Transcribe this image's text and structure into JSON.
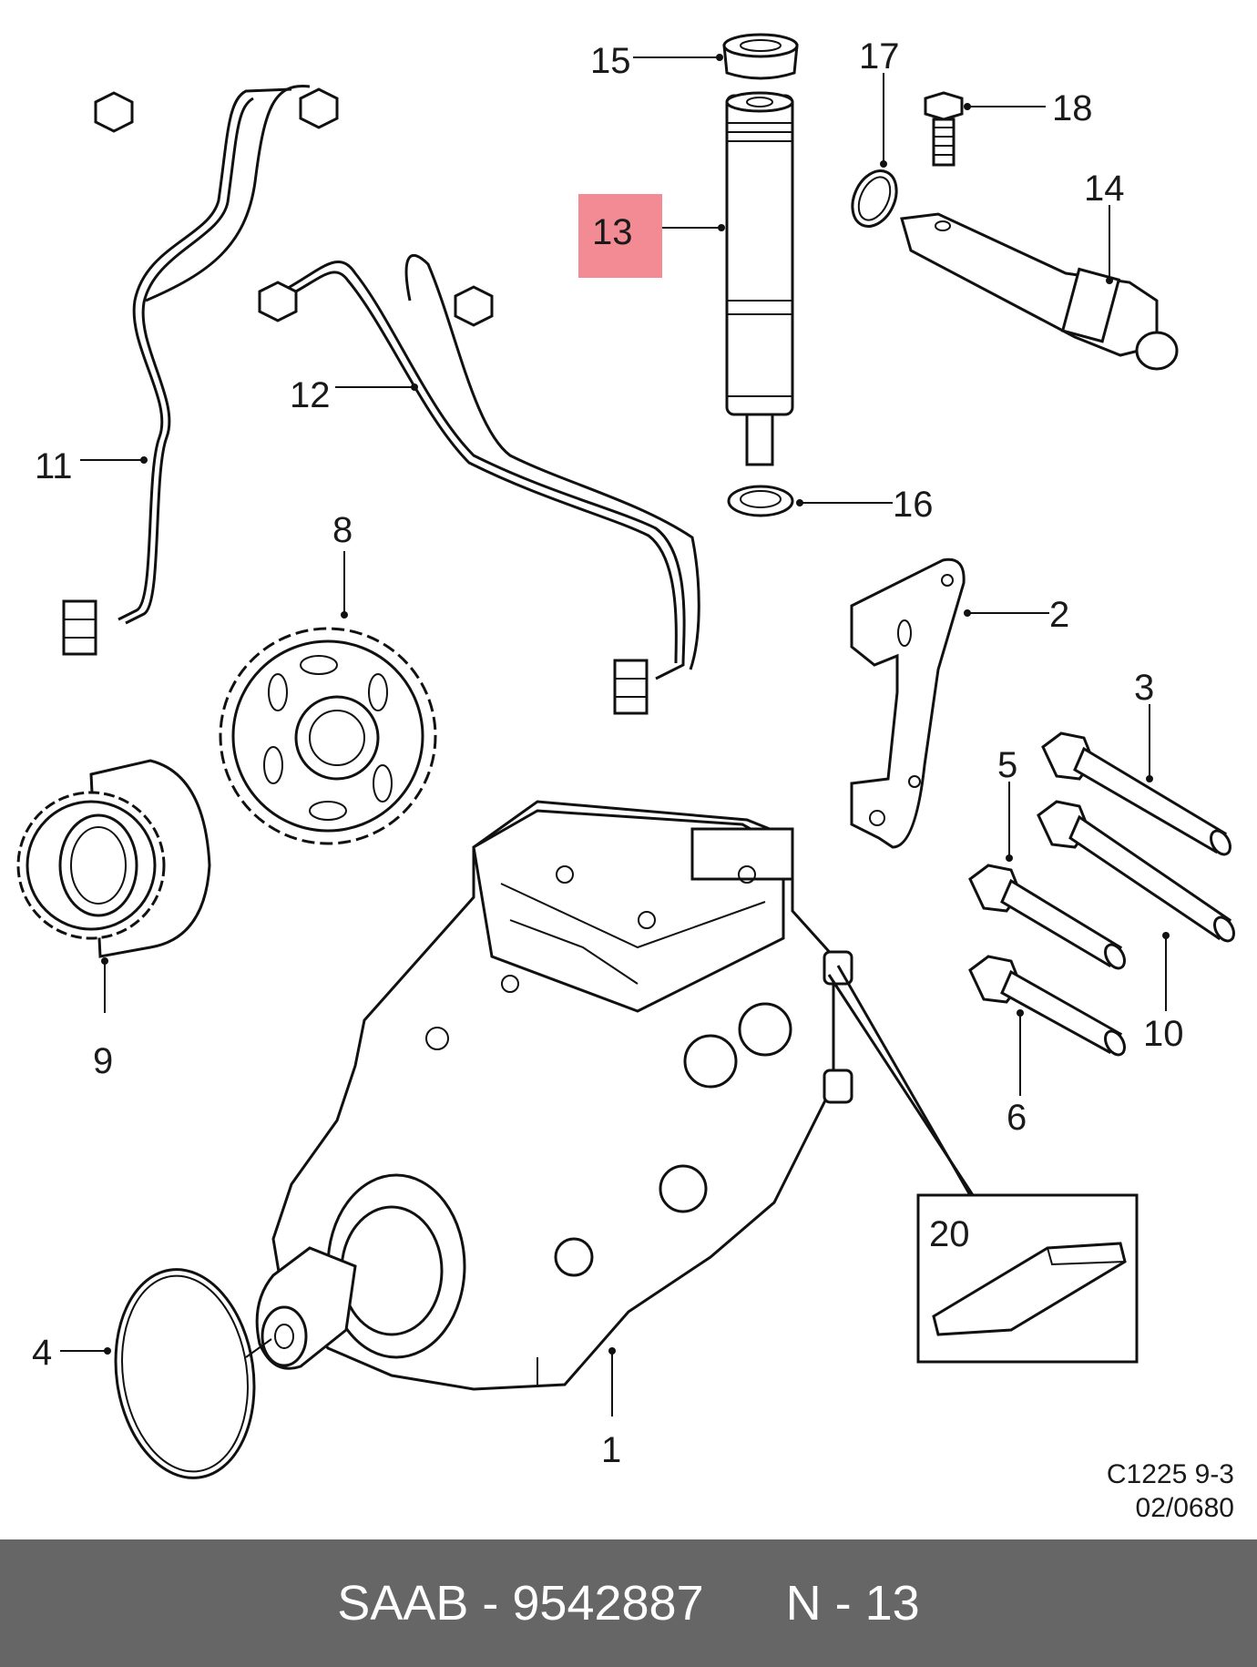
{
  "diagram": {
    "highlight_color": "#f28b93",
    "reference_line1": "C1225 9-3",
    "reference_line2": "02/0680",
    "callouts": [
      {
        "id": "1",
        "label": "1"
      },
      {
        "id": "2",
        "label": "2"
      },
      {
        "id": "3",
        "label": "3"
      },
      {
        "id": "4",
        "label": "4"
      },
      {
        "id": "5",
        "label": "5"
      },
      {
        "id": "6",
        "label": "6"
      },
      {
        "id": "8",
        "label": "8"
      },
      {
        "id": "9",
        "label": "9"
      },
      {
        "id": "10",
        "label": "10"
      },
      {
        "id": "11",
        "label": "11"
      },
      {
        "id": "12",
        "label": "12"
      },
      {
        "id": "13",
        "label": "13",
        "highlighted": true
      },
      {
        "id": "14",
        "label": "14"
      },
      {
        "id": "15",
        "label": "15"
      },
      {
        "id": "16",
        "label": "16"
      },
      {
        "id": "17",
        "label": "17"
      },
      {
        "id": "18",
        "label": "18"
      },
      {
        "id": "20",
        "label": "20"
      }
    ]
  },
  "footer": {
    "brand": "SAAB",
    "part_number": "9542887",
    "position": "N - 13",
    "background": "#666666"
  }
}
